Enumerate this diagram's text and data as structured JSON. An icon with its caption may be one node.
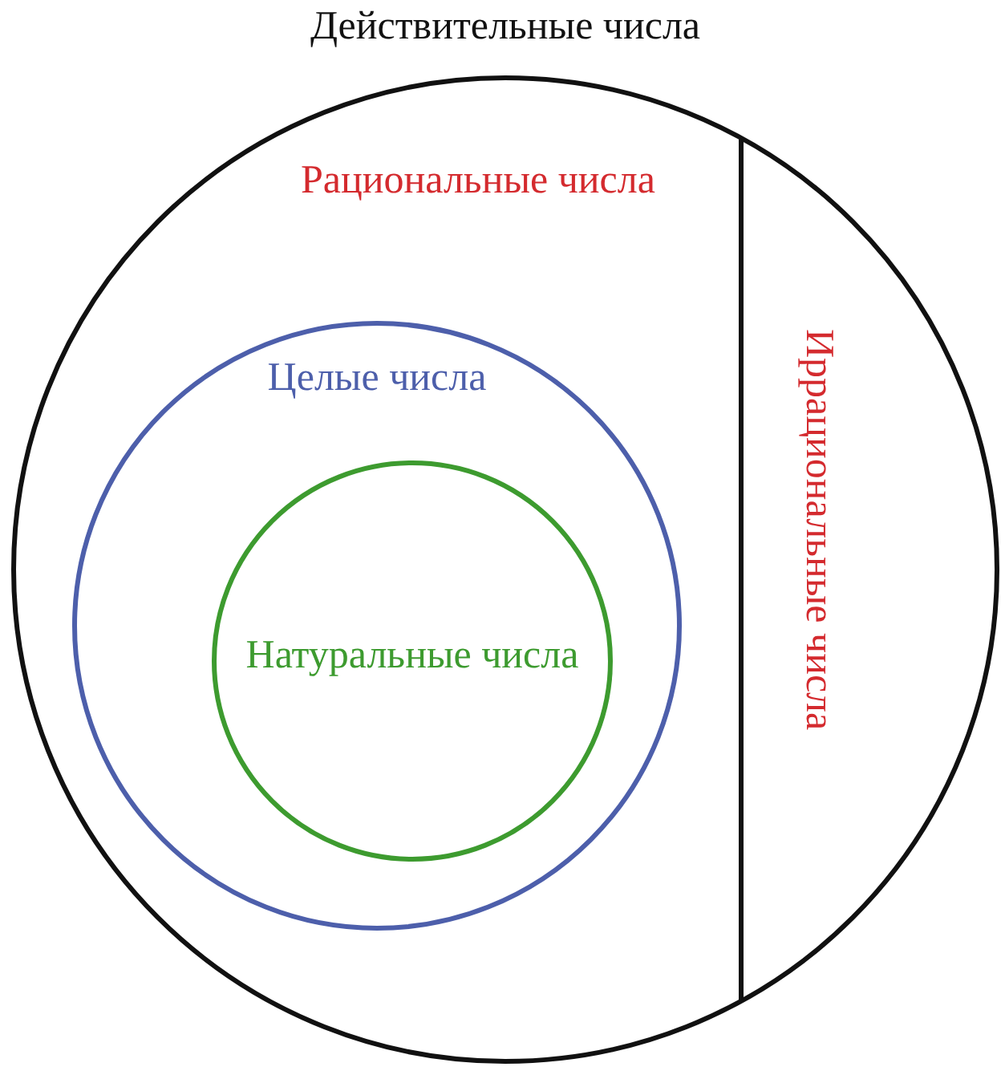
{
  "diagram": {
    "nodes": [
      {
        "text": [
          "Действительные числа"
        ]
      },
      {
        "text": [
          "Рациональные числа"
        ],
        "in": 0
      },
      {
        "text": [
          "Целые числа"
        ],
        "in": 1
      },
      {
        "text": [
          "Натуральные числа"
        ],
        "in": 2
      },
      {
        "text": [
          "Иррациональные числа"
        ],
        "in": 0
      }
    ]
  }
}
